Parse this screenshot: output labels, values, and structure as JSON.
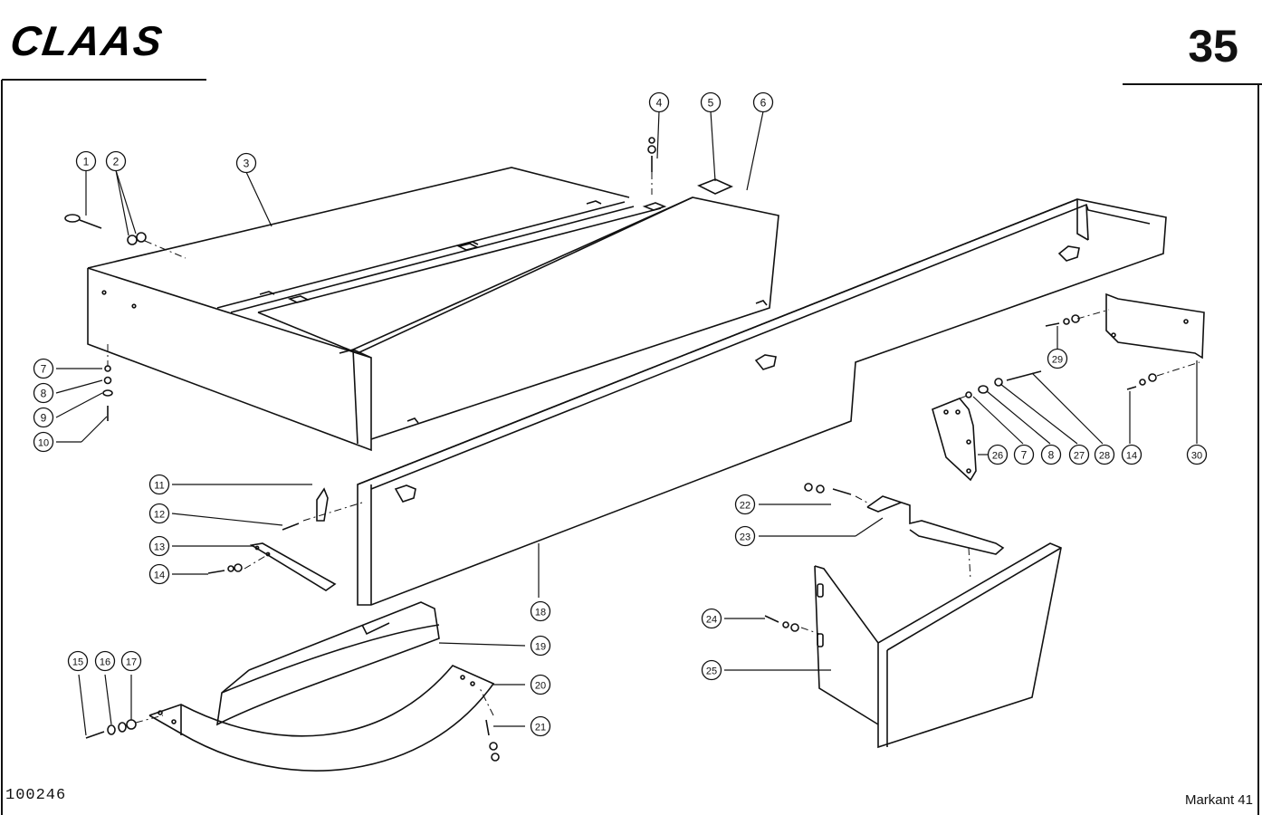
{
  "header": {
    "brand": "CLAAS",
    "page_number": "35"
  },
  "footer": {
    "drawing_number": "100246",
    "model": "Markant 41"
  },
  "callouts": [
    "1",
    "2",
    "3",
    "4",
    "5",
    "6",
    "7",
    "8",
    "9",
    "10",
    "11",
    "12",
    "13",
    "14",
    "15",
    "16",
    "17",
    "18",
    "19",
    "20",
    "21",
    "22",
    "23",
    "24",
    "25",
    "26",
    "7",
    "8",
    "27",
    "28",
    "14",
    "29",
    "30",
    "14"
  ]
}
